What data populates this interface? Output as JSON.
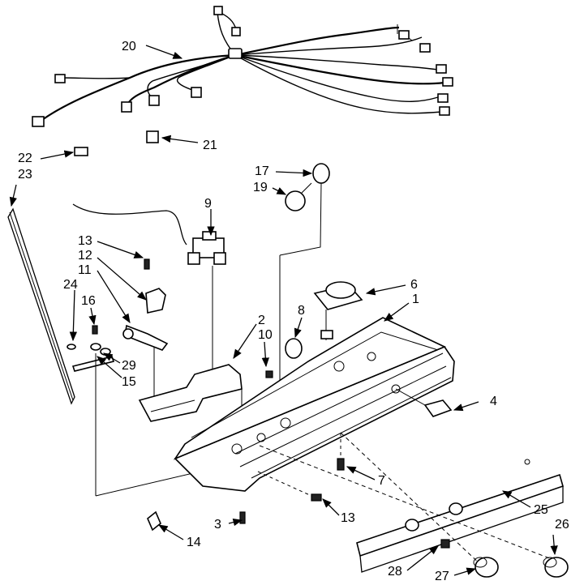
{
  "diagram": {
    "callouts": [
      {
        "id": "c1",
        "text": "1"
      },
      {
        "id": "c2",
        "text": "2"
      },
      {
        "id": "c3",
        "text": "3"
      },
      {
        "id": "c4",
        "text": "4"
      },
      {
        "id": "c6",
        "text": "6"
      },
      {
        "id": "c7",
        "text": "7"
      },
      {
        "id": "c8",
        "text": "8"
      },
      {
        "id": "c9",
        "text": "9"
      },
      {
        "id": "c10",
        "text": "10"
      },
      {
        "id": "c11",
        "text": "11"
      },
      {
        "id": "c12",
        "text": "12"
      },
      {
        "id": "c13a",
        "text": "13"
      },
      {
        "id": "c13b",
        "text": "13"
      },
      {
        "id": "c14",
        "text": "14"
      },
      {
        "id": "c15",
        "text": "15"
      },
      {
        "id": "c16",
        "text": "16"
      },
      {
        "id": "c17",
        "text": "17"
      },
      {
        "id": "c19",
        "text": "19"
      },
      {
        "id": "c20",
        "text": "20"
      },
      {
        "id": "c21",
        "text": "21"
      },
      {
        "id": "c22",
        "text": "22"
      },
      {
        "id": "c23",
        "text": "23"
      },
      {
        "id": "c24",
        "text": "24"
      },
      {
        "id": "c25",
        "text": "25"
      },
      {
        "id": "c26",
        "text": "26"
      },
      {
        "id": "c27",
        "text": "27"
      },
      {
        "id": "c28",
        "text": "28"
      },
      {
        "id": "c29",
        "text": "29"
      }
    ]
  }
}
